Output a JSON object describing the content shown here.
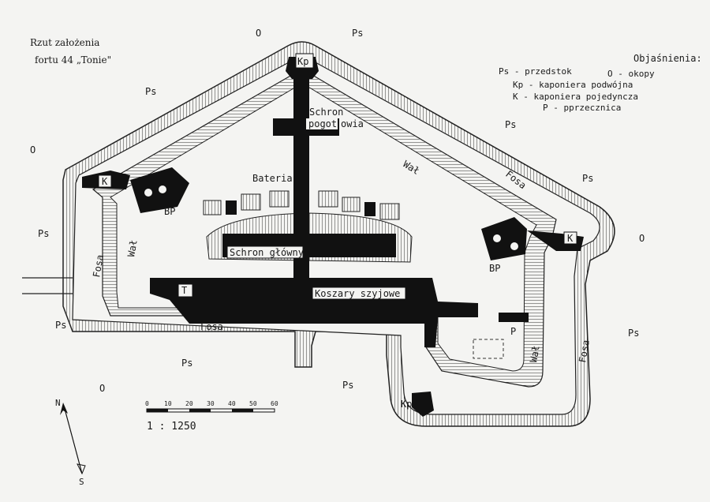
{
  "title": {
    "line1": "Rzut założenia",
    "line2": "fortu 44 „Tonie\""
  },
  "legend": {
    "heading": "Objaśnienia:",
    "items": [
      "Ps - przedstok",
      "O - okopy",
      "Kp - kaponiera podwójna",
      "K  - kaponiera pojedyncza",
      "P  - pprzecznica"
    ]
  },
  "labels": {
    "ps": "Ps",
    "o": "O",
    "kp": "Kp",
    "k": "K",
    "bp": "BP",
    "p": "P",
    "t": "T",
    "wal": "Wał",
    "fosa": "Fosa",
    "schron_pogotowia_1": "Schron",
    "schron_pogotowia_2": "pogot",
    "schron_pogotowia_3": "owia",
    "bateria": "Bateria",
    "schron_glowny": "Schron główny",
    "koszary": "Koszary szyjowe"
  },
  "scale": {
    "ticks": [
      "0",
      "10",
      "20",
      "30",
      "40",
      "50",
      "60"
    ],
    "ratio": "1 : 1250"
  },
  "compass": {
    "north": "N",
    "south": "S"
  }
}
